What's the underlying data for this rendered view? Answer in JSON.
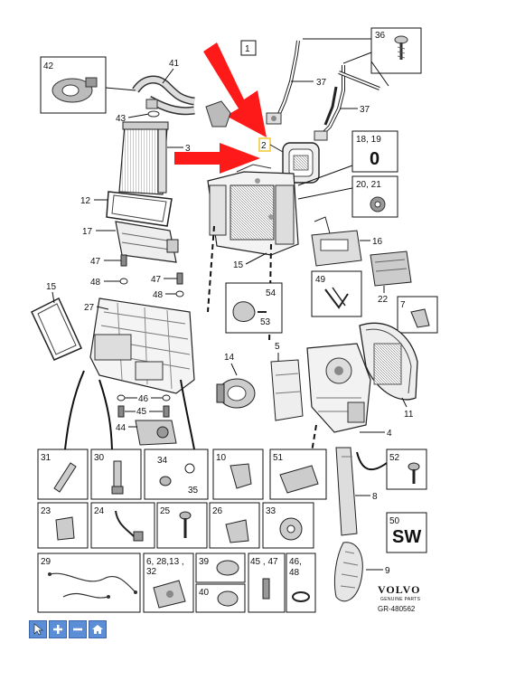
{
  "diagram": {
    "boxes": [
      {
        "id": "1",
        "label": "1"
      },
      {
        "id": "36",
        "label": "36"
      },
      {
        "id": "42",
        "label": "42"
      },
      {
        "id": "18-19",
        "label": "18, 19",
        "value": "0"
      },
      {
        "id": "20-21",
        "label": "20, 21"
      },
      {
        "id": "49",
        "label": "49"
      },
      {
        "id": "54-53",
        "label": "54",
        "sub": "53"
      },
      {
        "id": "7",
        "label": "7"
      },
      {
        "id": "31",
        "label": "31"
      },
      {
        "id": "30",
        "label": "30"
      },
      {
        "id": "34-35",
        "label": "34",
        "sub": "35"
      },
      {
        "id": "10",
        "label": "10"
      },
      {
        "id": "51",
        "label": "51"
      },
      {
        "id": "52",
        "label": "52"
      },
      {
        "id": "23",
        "label": "23"
      },
      {
        "id": "24",
        "label": "24"
      },
      {
        "id": "25",
        "label": "25"
      },
      {
        "id": "26",
        "label": "26"
      },
      {
        "id": "33",
        "label": "33"
      },
      {
        "id": "50",
        "label": "50",
        "value": "SW"
      },
      {
        "id": "29",
        "label": "29"
      },
      {
        "id": "6-28-13-32",
        "label": "6, 28,13 ,",
        "sub": "32"
      },
      {
        "id": "39",
        "label": "39"
      },
      {
        "id": "40",
        "label": "40"
      },
      {
        "id": "45-47",
        "label": "45 , 47"
      },
      {
        "id": "46-48",
        "label": "46,",
        "sub": "48"
      }
    ],
    "callouts": [
      "41",
      "37",
      "37",
      "43",
      "3",
      "2",
      "15",
      "12",
      "17",
      "16",
      "47",
      "48",
      "47",
      "48",
      "27",
      "15",
      "22",
      "14",
      "5",
      "11",
      "4",
      "46",
      "45",
      "44",
      "8",
      "9"
    ],
    "branding": {
      "brand": "VOLVO",
      "tagline": "GENUINE PARTS",
      "reference": "GR-480562"
    },
    "highlight_color": "#ff1a1a",
    "highlight_box_color": "#f0c830"
  },
  "toolbar": {
    "buttons": [
      {
        "name": "pointer-tool-button",
        "icon": "cursor-icon"
      },
      {
        "name": "zoom-in-button",
        "icon": "plus-icon"
      },
      {
        "name": "zoom-out-button",
        "icon": "minus-icon"
      },
      {
        "name": "home-button",
        "icon": "home-icon"
      }
    ],
    "button_color": "#5b8ed6"
  }
}
